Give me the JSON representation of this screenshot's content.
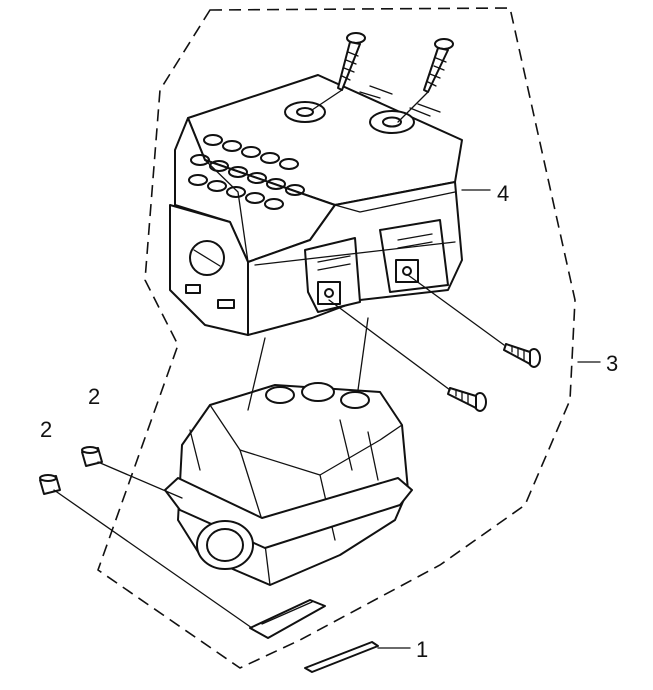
{
  "callouts": {
    "part_1": "1",
    "part_2a": "2",
    "part_2b": "2",
    "part_3": "3",
    "part_4": "4"
  }
}
